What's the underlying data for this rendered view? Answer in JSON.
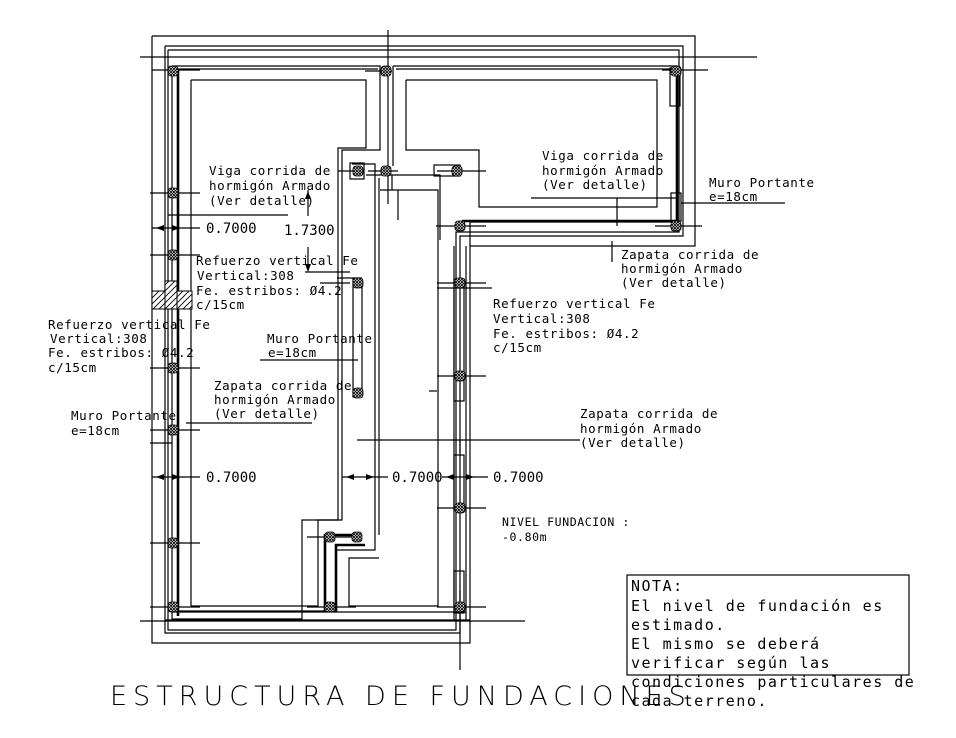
{
  "drawing": {
    "title": "ESTRUCTURA DE FUNDACIONES",
    "colors": {
      "line": "#000000",
      "background": "#ffffff"
    },
    "icons": {
      "column": "hatched-column-icon",
      "dimension_arrow": "arrow-icon"
    },
    "dimensions": {
      "d_top_left": "0.7000",
      "d_vertical": "1.7300",
      "d_bottom_left": "0.7000",
      "d_bottom_mid": "0.7000",
      "d_bottom_right": "0.7000"
    },
    "labels": {
      "viga_left": [
        "Viga corrida de",
        "hormigón Armado",
        "(Ver detalle)"
      ],
      "viga_right": [
        "Viga corrida de",
        "hormigón Armado",
        "(Ver detalle)"
      ],
      "muro_right": [
        "Muro Portante",
        "e=18cm"
      ],
      "zapata_right_top": [
        "Zapata corrida de",
        "hormigón Armado",
        "(Ver detalle)"
      ],
      "refuerzo_mid": [
        "Refuerzo vertical Fe",
        "Vertical:308",
        "Fe. estribos: Ø4.2",
        "c/15cm"
      ],
      "refuerzo_left": [
        "Refuerzo vertical Fe",
        "Vertical:308",
        "Fe. estribos: Ø4.2",
        "c/15cm"
      ],
      "refuerzo_right": [
        "Refuerzo vertical Fe",
        "Vertical:308",
        "Fe. estribos: Ø4.2",
        "c/15cm"
      ],
      "muro_mid": [
        "Muro Portante",
        "e=18cm"
      ],
      "muro_left": [
        "Muro Portante",
        "e=18cm"
      ],
      "zapata_mid": [
        "Zapata corrida de",
        "hormigón Armado",
        "(Ver detalle)"
      ],
      "zapata_right_bottom": [
        "Zapata corrida de",
        "hormigón Armado",
        "(Ver detalle)"
      ],
      "nivel": [
        "NIVEL FUNDACION :",
        "-0.80m"
      ]
    },
    "note": {
      "lines": [
        "NOTA:",
        "El nivel de fundación es",
        "estimado.",
        "El mismo se deberá",
        "verificar según las",
        "condiciones particulares de",
        "cada terreno."
      ]
    }
  }
}
